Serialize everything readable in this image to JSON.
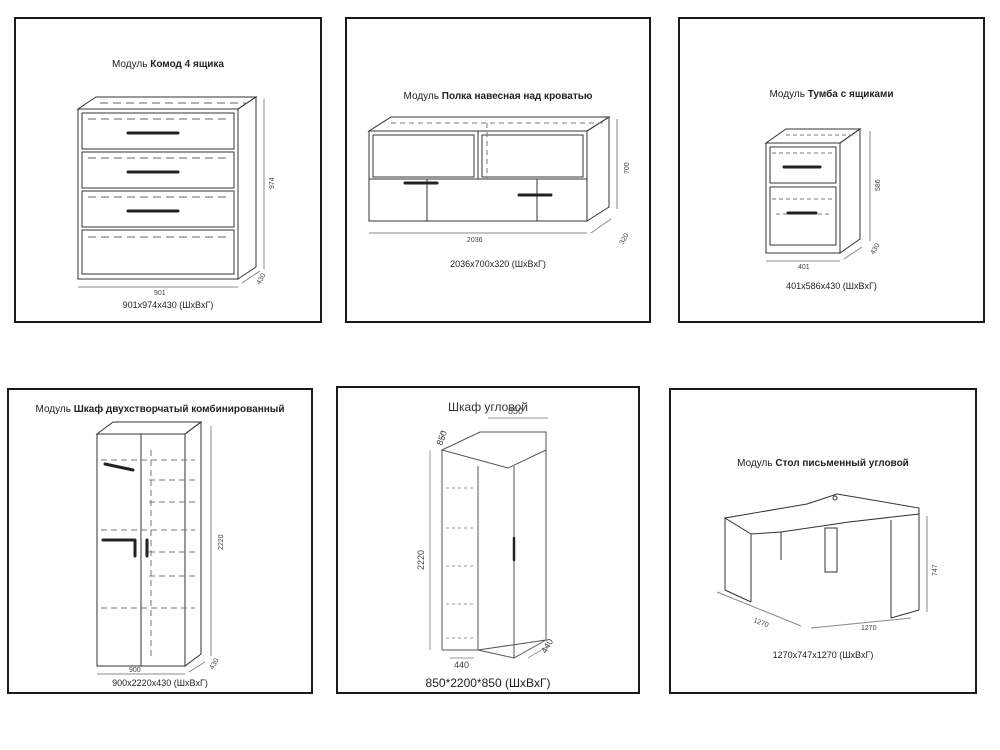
{
  "modules": [
    {
      "prefix": "Модуль ",
      "name": "Комод 4 ящика",
      "dims": "901x974x430 (ШxВxГ)",
      "w": "901",
      "h": "974",
      "d": "430"
    },
    {
      "prefix": "Модуль ",
      "name": "Полка навесная над кроватью",
      "dims": "2036x700x320 (ШxВxГ)",
      "w": "2036",
      "h": "700",
      "d": "320"
    },
    {
      "prefix": "Модуль ",
      "name": "Тумба с ящиками",
      "dims": "401x586x430 (ШxВxГ)",
      "w": "401",
      "h": "586",
      "d": "430"
    },
    {
      "prefix": "Модуль ",
      "name": "Шкаф двухстворчатый комбинированный",
      "dims": "900x2220x430 (ШxВxГ)",
      "w": "900",
      "h": "2220",
      "d": "430"
    },
    {
      "prefix": "",
      "name": "Шкаф угловой",
      "dims": "850*2200*850 (ШxВxГ)",
      "w": "850",
      "h": "2220",
      "d": "850",
      "d2": "440",
      "d3": "440"
    },
    {
      "prefix": "Модуль ",
      "name": "Стол письменный угловой",
      "dims": "1270x747x1270 (ШxВxГ)",
      "w": "1270",
      "h": "747",
      "d": "1270"
    }
  ]
}
